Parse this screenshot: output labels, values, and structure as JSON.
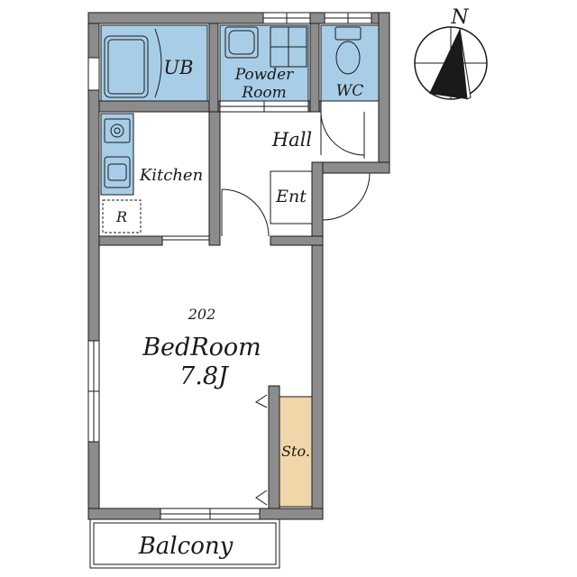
{
  "rooms": {
    "unit_bath": "UB",
    "powder_room_line1": "Powder",
    "powder_room_line2": "Room",
    "toilet": "WC",
    "hall": "Hall",
    "kitchen": "Kitchen",
    "refrigerator": "R",
    "entrance": "Ent",
    "unit_number": "202",
    "bedroom": "BedRoom",
    "bedroom_size": "7.8J",
    "storage": "Sto.",
    "balcony": "Balcony"
  },
  "compass": {
    "north_label": "N",
    "icon": "north-arrow-icon"
  },
  "colors": {
    "wall": "#8c8c8c",
    "fixture": "#a8cde6",
    "storage": "#f0d6a8",
    "line": "#1a1a1a"
  }
}
